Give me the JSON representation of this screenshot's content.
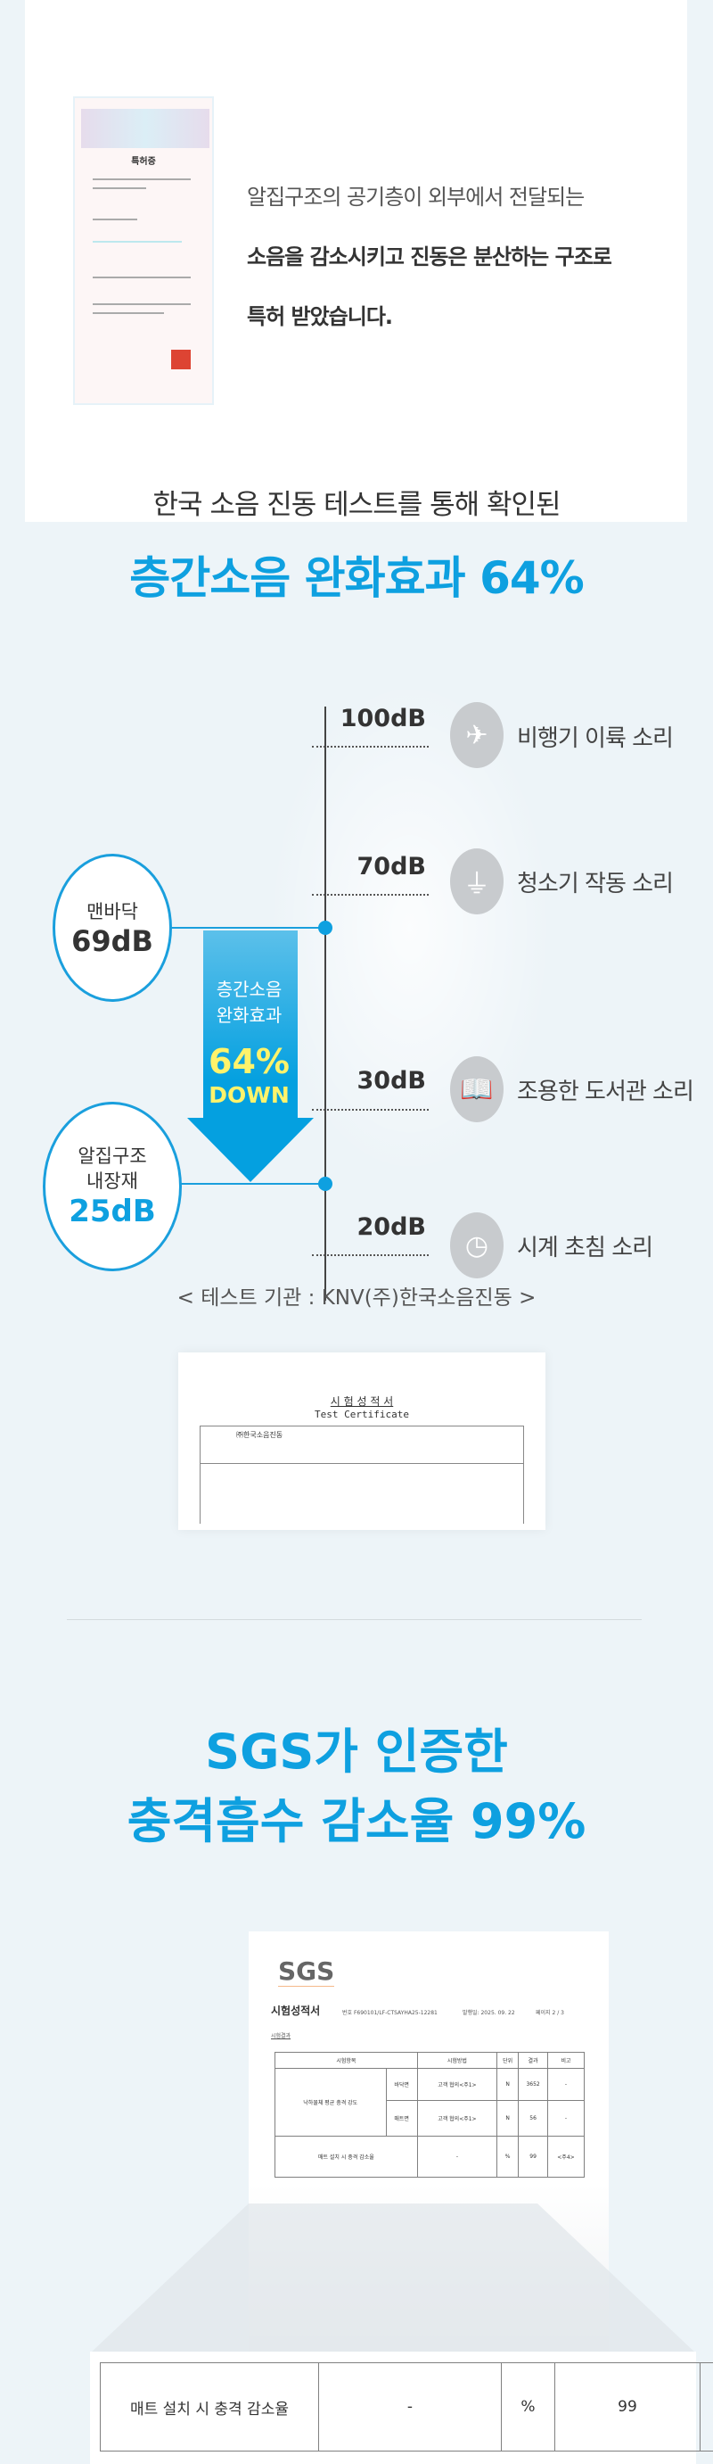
{
  "patent": {
    "cert_title": "특허증",
    "line1": "알집구조의 공기층이 외부에서 전달되는",
    "line2": "소음을 감소시키고 진동은 분산하는 구조로",
    "line3": "특허 받았습니다."
  },
  "noise": {
    "subtitle": "한국 소음 진동 테스트를 통해 확인된",
    "title": "층간소음 완화효과 64%"
  },
  "chart": {
    "levels": [
      {
        "db": "100dB",
        "icon": "airplane-icon",
        "label": "비행기 이륙 소리"
      },
      {
        "db": "70dB",
        "icon": "vacuum-icon",
        "label": "청소기 작동 소리"
      },
      {
        "db": "30dB",
        "icon": "book-icon",
        "label": "조용한 도서관 소리"
      },
      {
        "db": "20dB",
        "icon": "clock-icon",
        "label": "시계 초침 소리"
      }
    ],
    "bare_floor": {
      "label": "맨바닥",
      "value": "69dB"
    },
    "product": {
      "label1": "알집구조",
      "label2": "내장재",
      "value": "25dB"
    },
    "arrow": {
      "line1": "층간소음",
      "line2": "완화효과",
      "percent": "64%",
      "down": "DOWN"
    },
    "accent": "#0ea0e0",
    "highlight": "#fff36b"
  },
  "institution": "< 테스트 기관 : KNV(주)한국소음진동 >",
  "knv_cert": {
    "title_ko": "시 험 성 적 서",
    "title_en": "Test Certificate",
    "org": "㈜한국소음진동"
  },
  "sgs": {
    "title1": "SGS가 인증한",
    "title2": "충격흡수 감소율 99%",
    "logo": "SGS",
    "doc_title": "시험성적서",
    "doc_no": "번호 F690101/LF-CTSAYHA25-12281",
    "date": "발행일: 2025. 09. 22",
    "page": "페이지 2 / 3",
    "section": "시험결과",
    "headers": [
      "시험항목",
      "시험방법",
      "단위",
      "결과",
      "비고"
    ],
    "rows": [
      [
        "낙하물체 평균 충격 강도",
        "바닥면",
        "고객 협의<주1>",
        "N",
        "3652",
        "-"
      ],
      [
        "",
        "매트면",
        "고객 협의<주1>",
        "N",
        "56",
        "-"
      ]
    ],
    "highlight_row": {
      "item": "매트 설치 시 충격 감소율",
      "method": "-",
      "unit": "%",
      "result": "99",
      "note": "<주4>"
    }
  }
}
